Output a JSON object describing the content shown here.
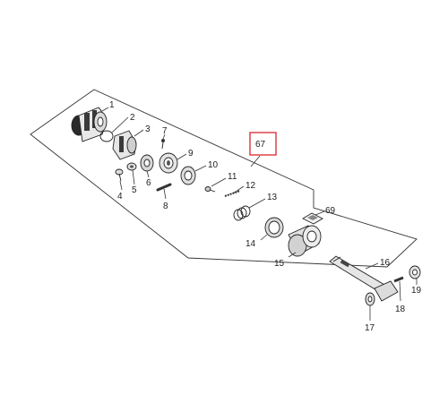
{
  "diagram": {
    "highlight_color": "#d9252b",
    "assembly_callout": "67",
    "kit_callout": "69",
    "callouts": [
      "1",
      "2",
      "3",
      "4",
      "5",
      "6",
      "7",
      "8",
      "9",
      "10",
      "11",
      "12",
      "13",
      "14",
      "15",
      "16",
      "17",
      "18",
      "19"
    ]
  }
}
